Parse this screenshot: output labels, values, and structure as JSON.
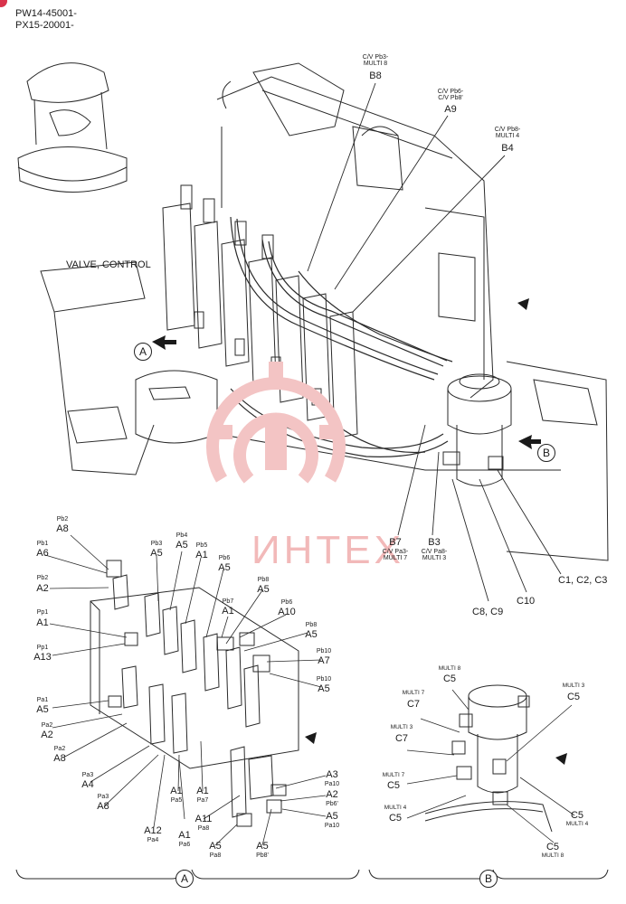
{
  "header": {
    "serial_line1": "PW14-45001-",
    "serial_line2": "PX15-20001-"
  },
  "overview": {
    "valve_control": "VALVE, CONTROL",
    "view_a": "A",
    "view_b": "B",
    "callouts": [
      {
        "id": "b8",
        "sub": "C/V Pb3-\nMULTI 8",
        "code": "B8"
      },
      {
        "id": "a9",
        "sub": "C/V Pb6-\nC/V Pb8'",
        "code": "A9"
      },
      {
        "id": "b4",
        "sub": "C/V Pb8-\nMULTI 4",
        "code": "B4"
      },
      {
        "id": "b7",
        "code": "B7",
        "sub": "C/V Pa3-\nMULTI 7"
      },
      {
        "id": "b3",
        "code": "B3",
        "sub": "C/V Pa8-\nMULTI 3"
      },
      {
        "id": "c123",
        "code": "C1, C2, C3"
      },
      {
        "id": "c10",
        "code": "C10"
      },
      {
        "id": "c89",
        "code": "C8, C9"
      }
    ]
  },
  "detail_a": {
    "section_label": "A",
    "ports": [
      {
        "id": "pb2a",
        "port": "Pb2",
        "code": "A8"
      },
      {
        "id": "pb1",
        "port": "Pb1",
        "code": "A6"
      },
      {
        "id": "pb2b",
        "port": "Pb2",
        "code": "A2"
      },
      {
        "id": "pp1",
        "port": "Pp1",
        "code": "A1"
      },
      {
        "id": "pp1b",
        "port": "Pp1",
        "code": "A13"
      },
      {
        "id": "pb3",
        "port": "Pb3",
        "code": "A5"
      },
      {
        "id": "pb4",
        "port": "Pb4",
        "code": "A5"
      },
      {
        "id": "pb5",
        "port": "Pb5",
        "code": "A1"
      },
      {
        "id": "pb6",
        "port": "Pb6",
        "code": "A5"
      },
      {
        "id": "pb8",
        "port": "Pb8",
        "code": "A5"
      },
      {
        "id": "pb7",
        "port": "Pb7",
        "code": "A1"
      },
      {
        "id": "pb6r",
        "port": "Pb6",
        "code": "A10"
      },
      {
        "id": "pb8r",
        "port": "Pb8",
        "code": "A5"
      },
      {
        "id": "pb10a",
        "port": "Pb10",
        "code": "A7"
      },
      {
        "id": "pb10b",
        "port": "Pb10",
        "code": "A5"
      },
      {
        "id": "pa1",
        "port": "Pa1",
        "code": "A5"
      },
      {
        "id": "pa2",
        "port": "Pa2",
        "code": "A2"
      },
      {
        "id": "pa2b",
        "port": "Pa2",
        "code": "A8"
      },
      {
        "id": "pa3",
        "port": "Pa3",
        "code": "A4"
      },
      {
        "id": "pa3b",
        "port": "Pa3",
        "code": "A8"
      },
      {
        "id": "a12",
        "port": "Pa4",
        "code": "A12"
      },
      {
        "id": "pa5",
        "port": "Pa5",
        "code": "A1"
      },
      {
        "id": "pa7",
        "port": "Pa7",
        "code": "A1"
      },
      {
        "id": "pa8",
        "port": "Pa8",
        "code": "A11"
      },
      {
        "id": "pa6",
        "port": "Pa6",
        "code": "A1"
      },
      {
        "id": "pa8b",
        "port": "Pa8",
        "code": "A5"
      },
      {
        "id": "pb8p",
        "port": "Pb8'",
        "code": "A5"
      },
      {
        "id": "pa10",
        "port": "Pa10",
        "code": "A3"
      },
      {
        "id": "pb6p",
        "port": "Pb6'",
        "code": "A2"
      },
      {
        "id": "pa10b",
        "port": "Pa10",
        "code": "A5"
      }
    ]
  },
  "detail_b": {
    "section_label": "B",
    "ports": [
      {
        "id": "m8t",
        "multi": "MULTI 8",
        "code": "C5"
      },
      {
        "id": "m7t",
        "multi": "MULTI 7",
        "code": "C7"
      },
      {
        "id": "m3r",
        "multi": "MULTI 3",
        "code": "C5"
      },
      {
        "id": "m3l",
        "multi": "MULTI 3",
        "code": "C7"
      },
      {
        "id": "m7l",
        "multi": "MULTI 7",
        "code": "C5"
      },
      {
        "id": "m4l",
        "multi": "MULTI 4",
        "code": "C5"
      },
      {
        "id": "m4r",
        "multi": "MULTI 4",
        "code": "C5"
      },
      {
        "id": "m8b",
        "multi": "MULTI 8",
        "code": "C5"
      }
    ]
  },
  "watermark": "ИНТЕХ",
  "colors": {
    "ink": "#1a1a1a",
    "watermark": "#f2b9b9",
    "badge": "#d9334c"
  }
}
